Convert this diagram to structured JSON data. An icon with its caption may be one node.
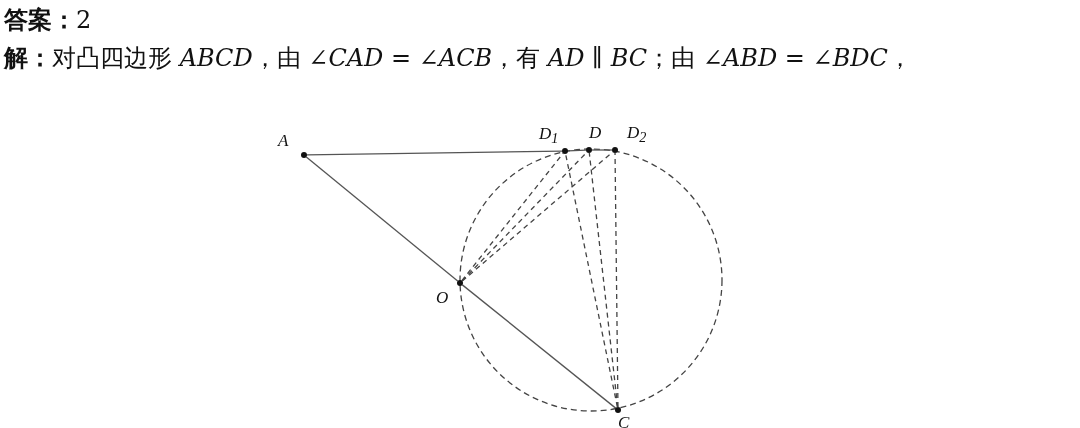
{
  "diagram": {
    "nodes": [
      {
        "text": [
          "A"
        ]
      },
      {
        "text": [
          "D$_{1}$"
        ]
      },
      {
        "text": [
          "D"
        ]
      },
      {
        "text": [
          "D$_{2}$"
        ]
      },
      {
        "text": [
          "O"
        ]
      },
      {
        "text": [
          "C"
        ]
      }
    ],
    "edges": [
      {
        "from": 0,
        "to": 1,
        "arrow": "none"
      },
      {
        "from": 1,
        "to": 2,
        "arrow": "none"
      },
      {
        "from": 2,
        "to": 3,
        "arrow": "none"
      },
      {
        "from": 0,
        "to": 4,
        "arrow": "none"
      },
      {
        "from": 4,
        "to": 5,
        "arrow": "none"
      },
      {
        "from": 4,
        "to": 1,
        "arrow": "none",
        "style": "dashed"
      },
      {
        "from": 4,
        "to": 2,
        "arrow": "none",
        "style": "dashed"
      },
      {
        "from": 4,
        "to": 3,
        "arrow": "none",
        "style": "dashed"
      },
      {
        "from": 5,
        "to": 1,
        "arrow": "none",
        "style": "dashed"
      },
      {
        "from": 5,
        "to": 2,
        "arrow": "none",
        "style": "dashed"
      },
      {
        "from": 5,
        "to": 3,
        "arrow": "none",
        "style": "dashed"
      }
    ],
    "labels": [
      "**答案：**2",
      "**解：**对凸四边形 *ABCD*，由 ∠*CAD* = ∠*ACB*，有 *AD* ∥ *BC*；由 ∠*ABD* = ∠*BDC*，"
    ]
  }
}
